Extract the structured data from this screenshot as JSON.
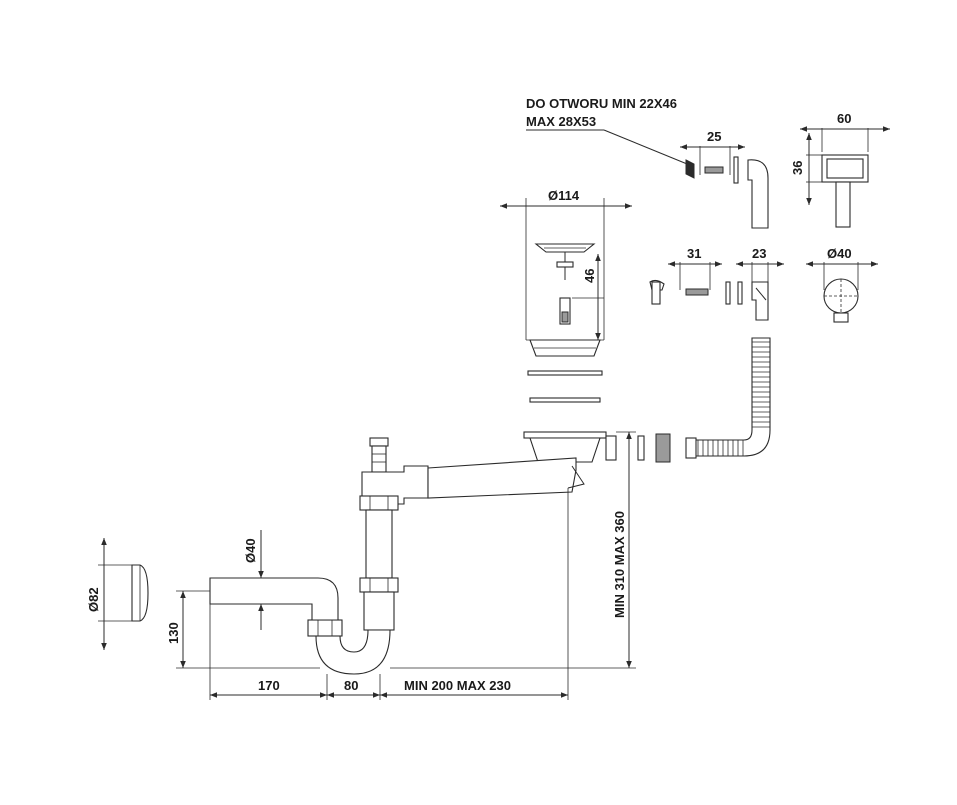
{
  "note": {
    "line1": "DO OTWORU MIN 22X46",
    "line2": "MAX 28X53"
  },
  "dimensions": {
    "overflow_width": "25",
    "box_width": "60",
    "box_height": "36",
    "strainer_diameter": "Ø114",
    "strainer_depth": "46",
    "screw_length": "31",
    "overflow_cap": "23",
    "overflow_diameter": "Ø40",
    "pipe_diameter": "Ø40",
    "plug_diameter": "Ø82",
    "outlet_height": "130",
    "outlet_length": "170",
    "trap_width": "80",
    "horizontal_range": "MIN 200 MAX 230",
    "vertical_range": "MIN 310 MAX 360"
  },
  "colors": {
    "line": "#2b2b2b",
    "fill_grey": "#9a9a9a",
    "background": "#ffffff"
  }
}
